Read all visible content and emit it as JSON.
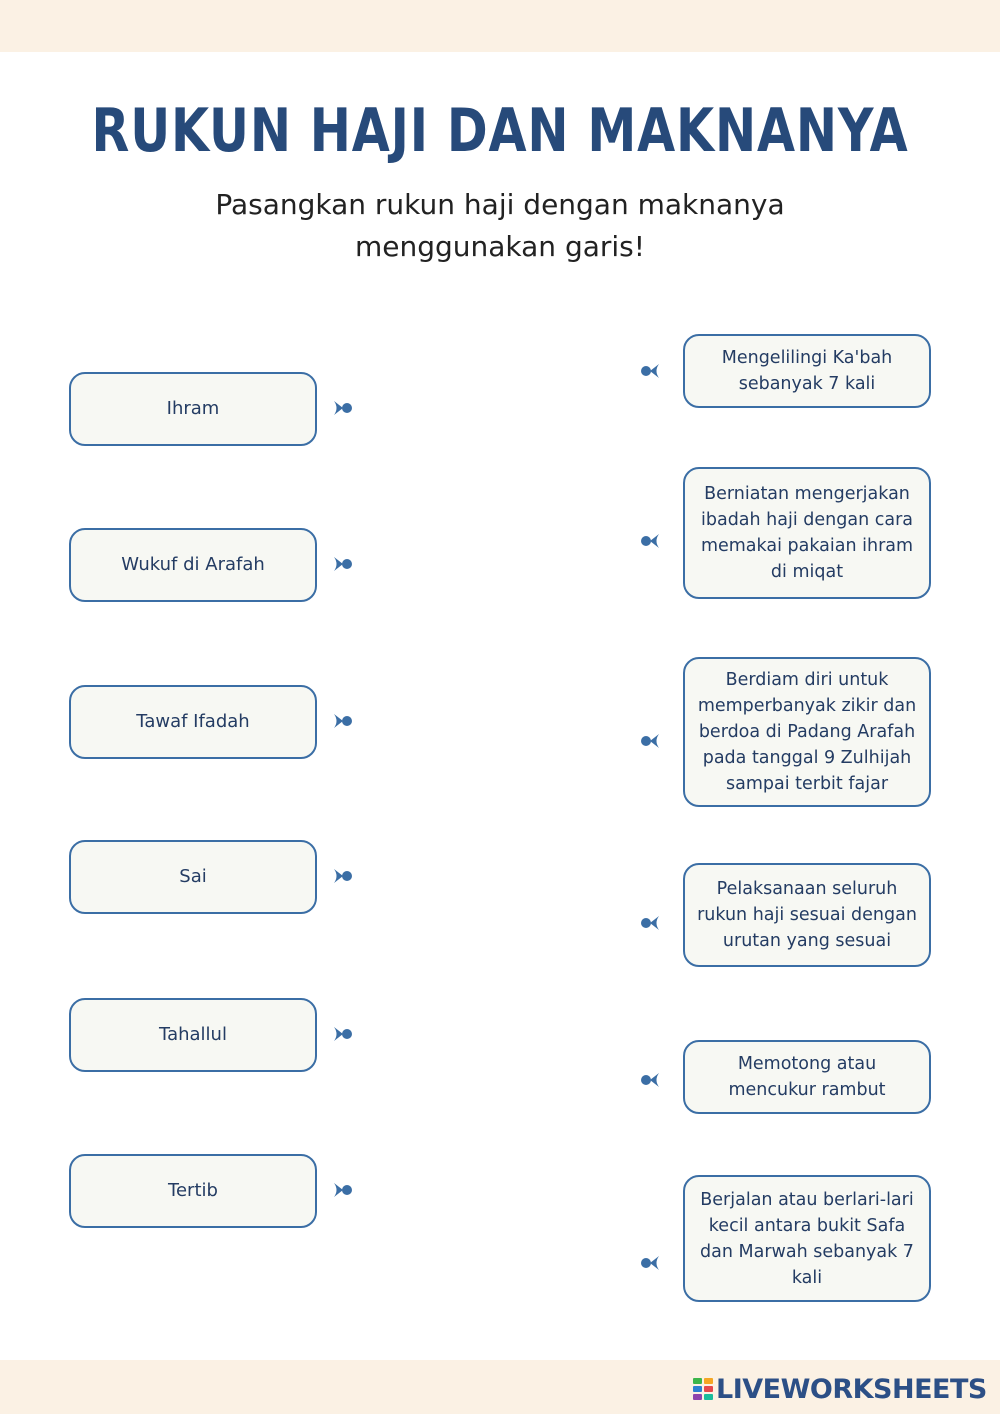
{
  "title": "RUKUN HAJI DAN MAKNANYA",
  "subtitle_line1": "Pasangkan rukun haji dengan maknanya",
  "subtitle_line2": "menggunakan garis!",
  "left_items": [
    "Ihram",
    "Wukuf di Arafah",
    "Tawaf Ifadah",
    "Sai",
    "Tahallul",
    "Tertib"
  ],
  "right_items": [
    "Mengelilingi Ka'bah sebanyak 7 kali",
    "Berniatan mengerjakan ibadah haji dengan cara memakai pakaian ihram di miqat",
    "Berdiam diri untuk memperbanyak zikir dan berdoa di Padang Arafah pada tanggal 9 Zulhijah sampai terbit fajar",
    "Pelaksanaan seluruh rukun haji sesuai dengan urutan yang sesuai",
    "Memotong atau mencukur rambut",
    "Berjalan atau berlari-lari kecil antara bukit Safa dan Marwah sebanyak 7 kali"
  ],
  "logo_text": "LIVEWORKSHEETS",
  "colors": {
    "accent": "#274a7a",
    "card_border": "#3b6ea5",
    "card_bg": "#f7f8f3",
    "band": "#fbf1e4"
  }
}
